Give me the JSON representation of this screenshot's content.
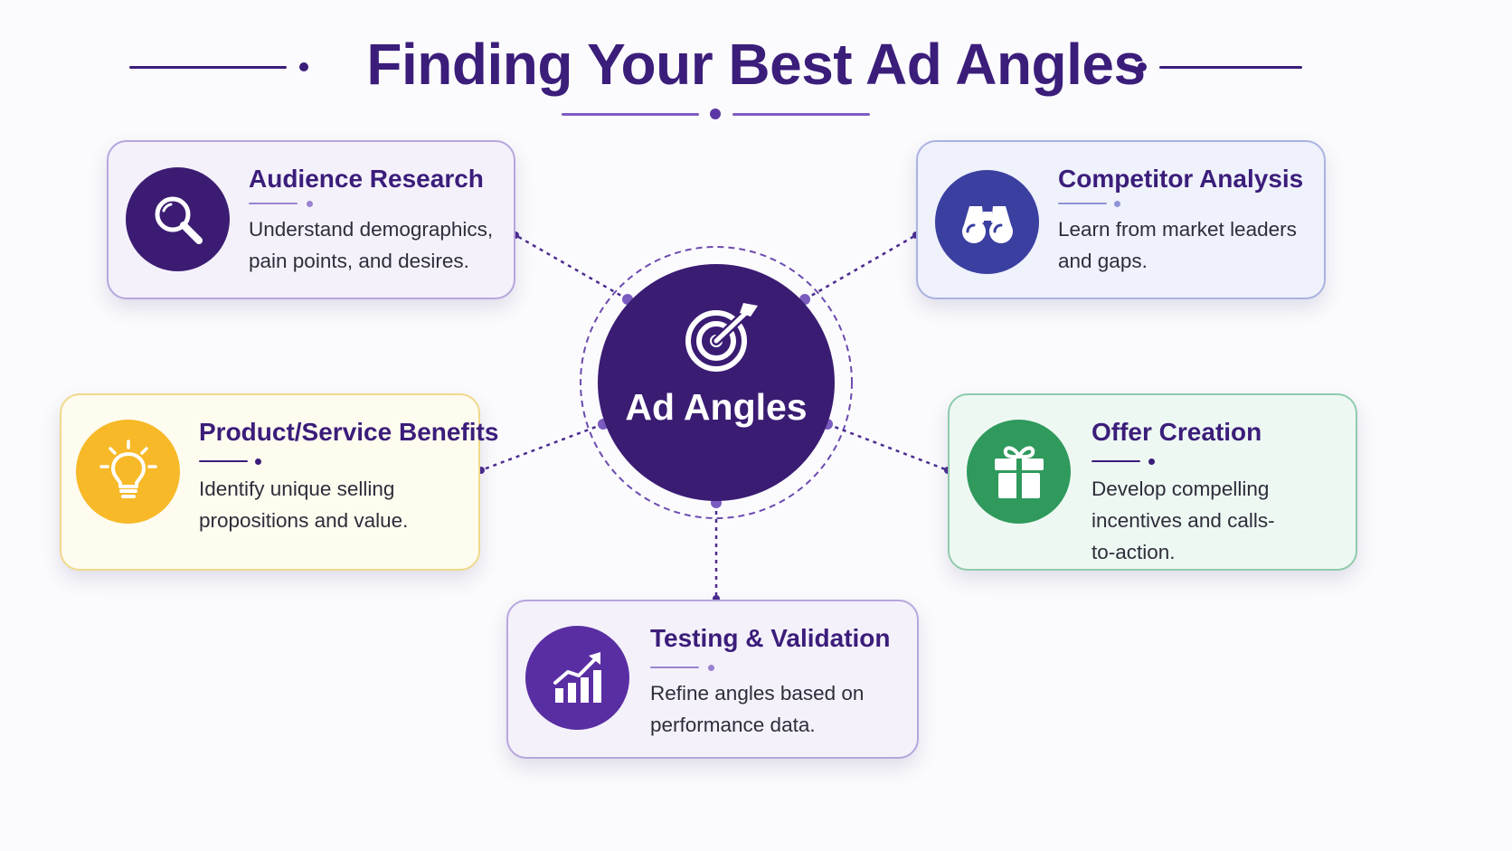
{
  "title": "Finding Your Best Ad Angles",
  "center": {
    "label": "Ad Angles",
    "icon": "target-arrow-icon"
  },
  "colors": {
    "primary": "#3b1d7a",
    "center": "#3a1c73",
    "purple_icon": "#3c1c73",
    "blue_icon": "#3a3fa0",
    "yellow_icon": "#f7b928",
    "green_icon": "#2f9a5c",
    "testing_icon": "#5a2ea3"
  },
  "cards": {
    "audience": {
      "title": "Audience Research",
      "description": "Understand demographics, pain points, and desires.",
      "icon": "magnifier-icon"
    },
    "competitor": {
      "title": "Competitor Analysis",
      "description": "Learn from market leaders and gaps.",
      "icon": "binoculars-icon"
    },
    "benefits": {
      "title": "Product/Service Benefits",
      "description": "Identify unique selling propositions and value.",
      "icon": "lightbulb-icon"
    },
    "offer": {
      "title": "Offer Creation",
      "description": "Develop compelling incentives and calls-to-action.",
      "icon": "gift-icon"
    },
    "testing": {
      "title": "Testing & Validation",
      "description": "Refine angles based on performance data.",
      "icon": "growth-chart-icon"
    }
  }
}
